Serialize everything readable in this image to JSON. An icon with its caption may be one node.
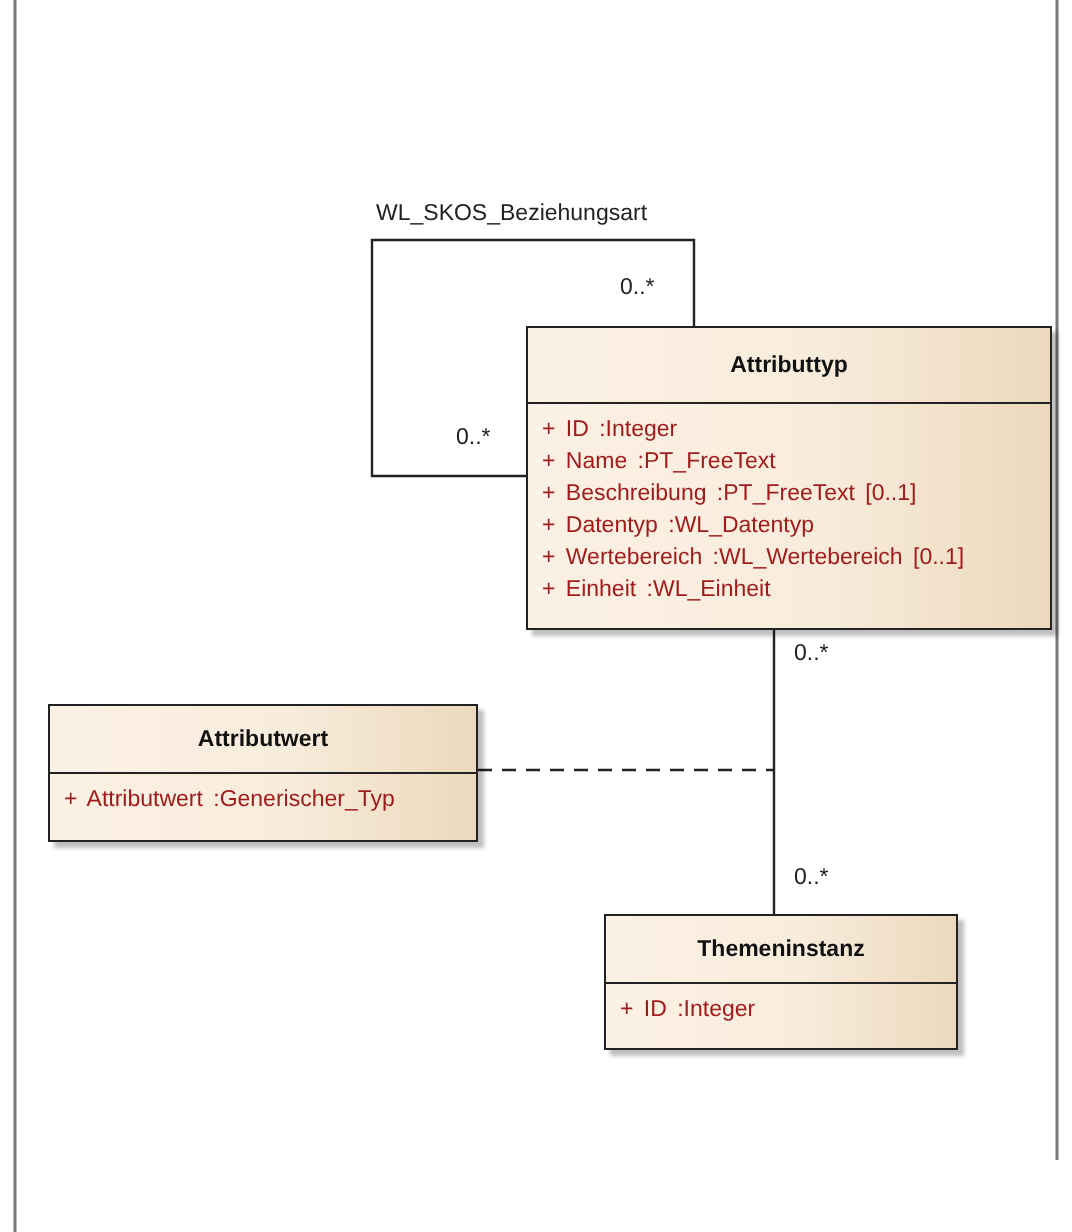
{
  "diagram": {
    "nodes": [
      {
        "text": [
          "Attributtyp",
          "+ ID :Integer",
          "+ Name :PT_FreeText",
          "+ Beschreibung :PT_FreeText [0..1]",
          "+ Datentyp :WL_Datentyp",
          "+ Wertebereich :WL_Wertebereich [0..1]",
          "+ Einheit :WL_Einheit"
        ]
      },
      {
        "text": [
          "Attributwert",
          "+ Attributwert :Generischer_Typ"
        ]
      },
      {
        "text": [
          "Themeninstanz",
          "+ ID :Integer"
        ]
      }
    ],
    "edges": [
      {
        "from": 0,
        "to": 0,
        "arrow": "none",
        "label": "WL_SKOS_Beziehungsart"
      },
      {
        "from": 0,
        "to": 2,
        "arrow": "none"
      },
      {
        "from": 1,
        "to": null,
        "arrow": "none",
        "style": "dashed"
      }
    ],
    "labels": [
      "0..*",
      "0..*",
      "0..*",
      "0..*"
    ]
  }
}
